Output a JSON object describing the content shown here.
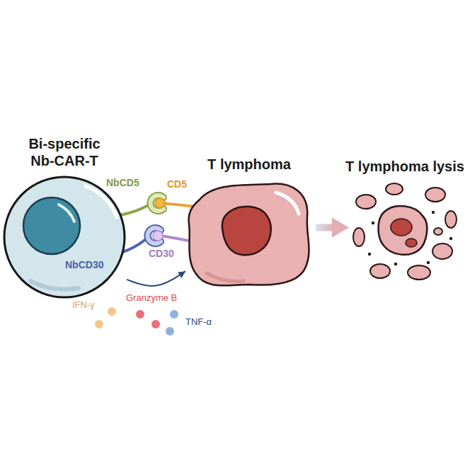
{
  "diagram": {
    "nodes": [
      {
        "text": [
          "Bi-specific Nb-CAR-T"
        ]
      },
      {
        "text": [
          "T lymphoma"
        ]
      },
      {
        "text": [
          "T lymphoma lysis"
        ]
      }
    ],
    "edges": [
      {
        "from": 0,
        "to": 1,
        "arrow": "to"
      },
      {
        "from": 1,
        "to": 2,
        "arrow": "to"
      }
    ],
    "labels": [
      "NbCD5",
      "CD5",
      "NbCD30",
      "CD30",
      "IFN-γ",
      "Granzyme B",
      "TNF-α"
    ]
  }
}
